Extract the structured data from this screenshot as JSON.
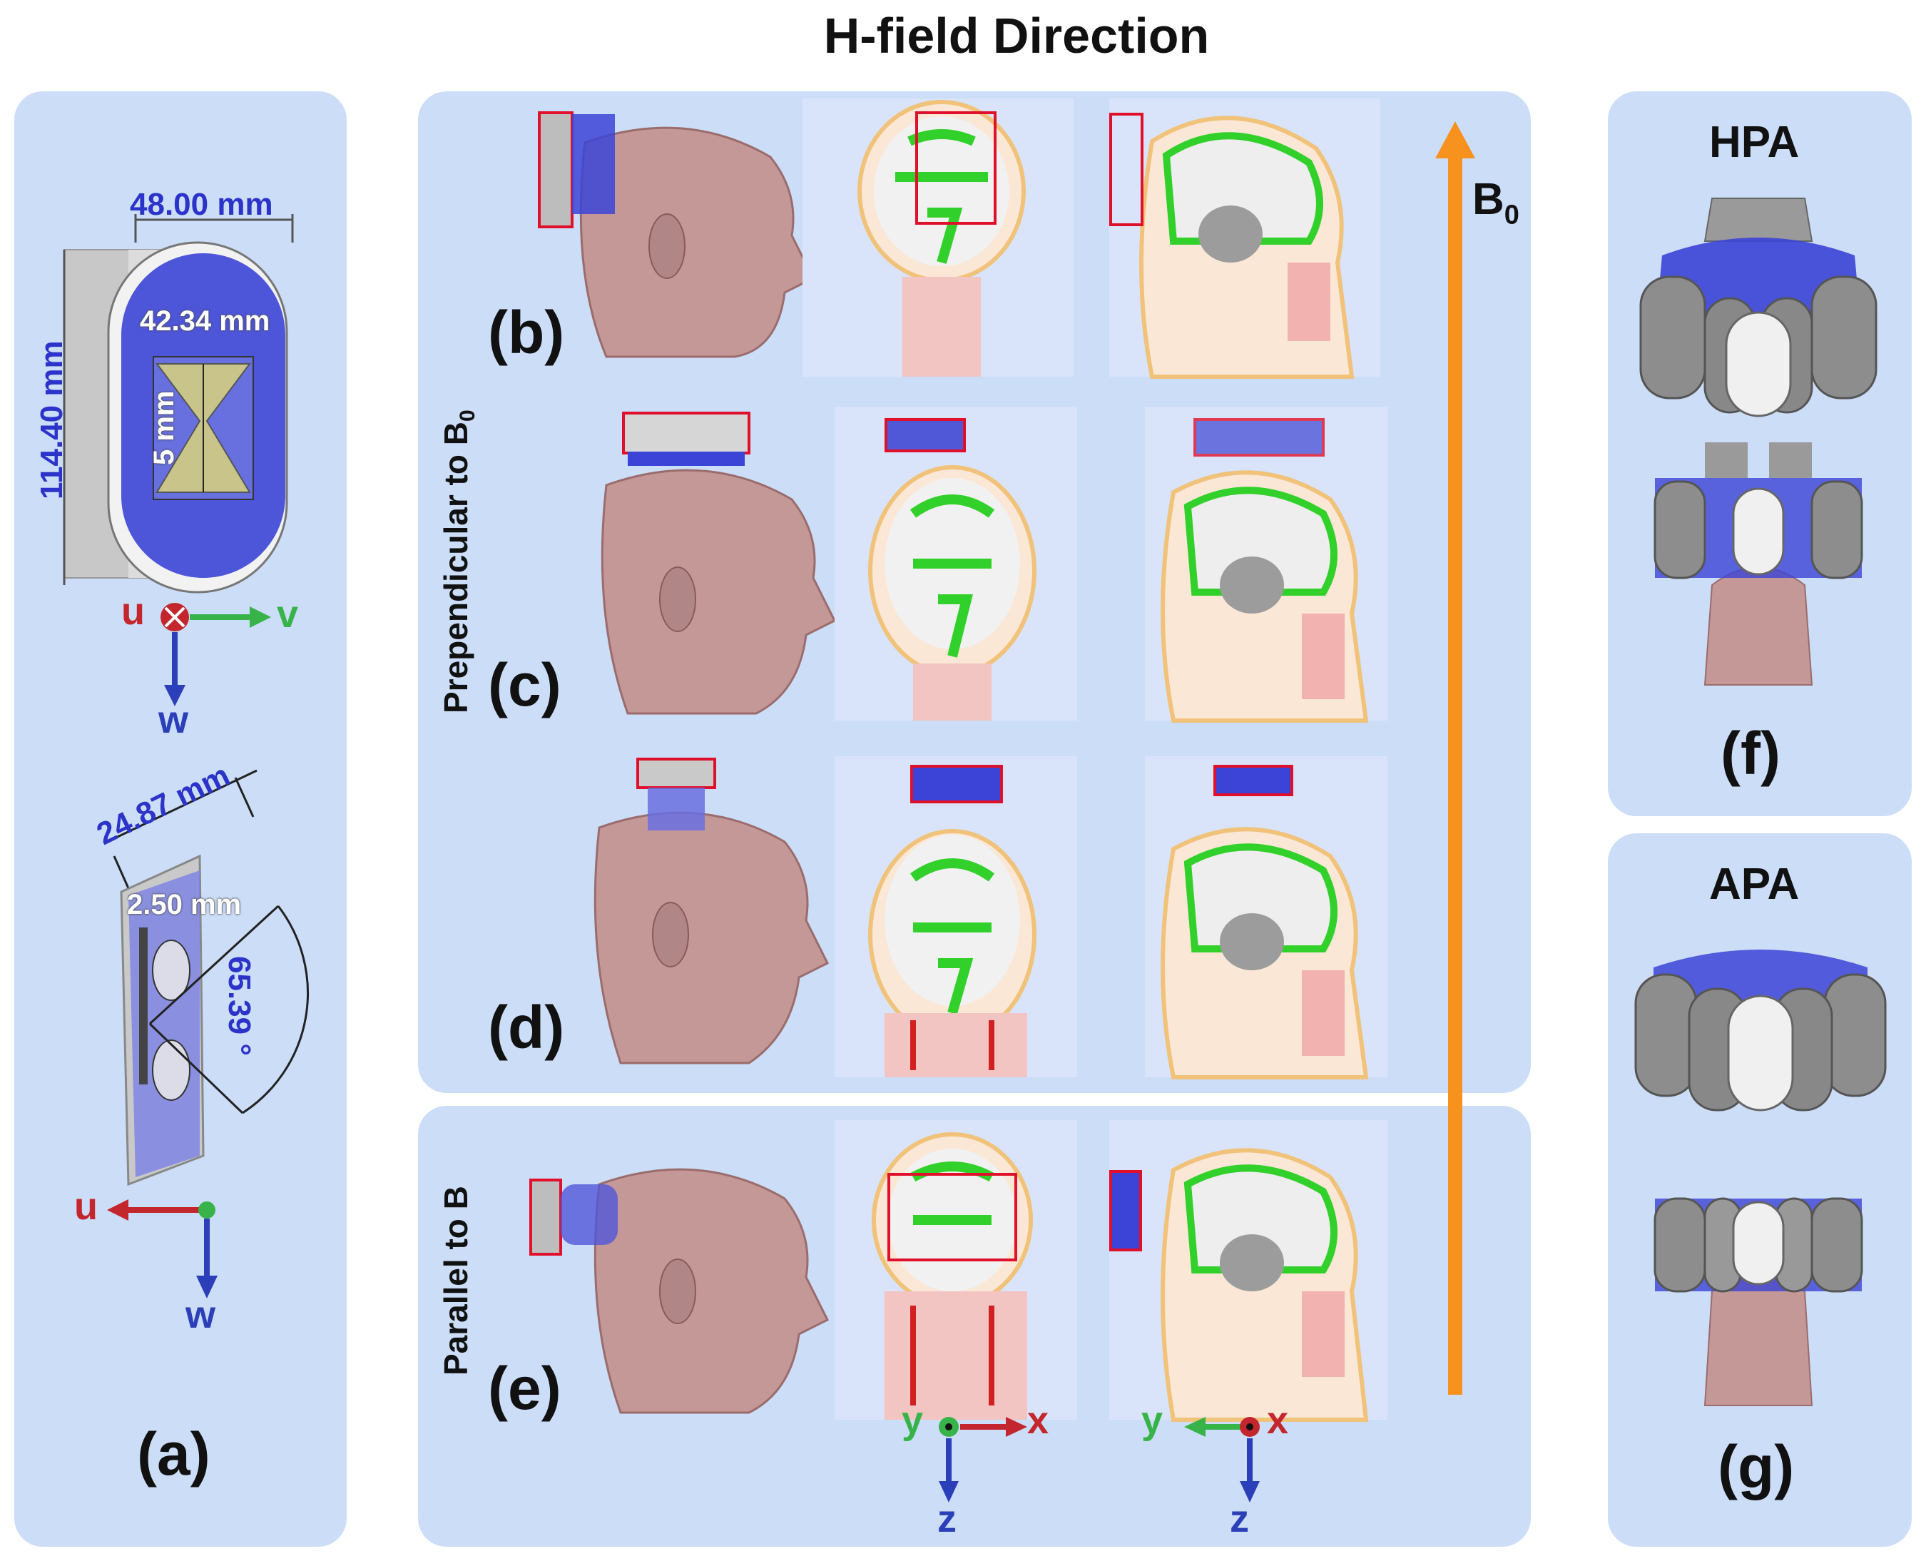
{
  "title": "H-field Direction",
  "colors": {
    "panel": "#ccddf8",
    "dimension": "#2b33c9",
    "b0_arrow": "#f7921e",
    "highlight_box": "#e0102a",
    "u_axis": "#c4262e",
    "v_axis": "#37b34a",
    "w_axis": "#2b3fb8"
  },
  "panel_a": {
    "label": "(a)",
    "dims": {
      "width": "48.00 mm",
      "height": "114.40 mm",
      "inner_width": "42.34 mm",
      "gap": "5 mm",
      "depth": "24.87 mm",
      "thickness": "2.50 mm",
      "angle": "65.39 °"
    },
    "axes_top": {
      "u": "u",
      "v": "v",
      "w": "w"
    },
    "axes_bottom": {
      "u": "u",
      "w": "w"
    }
  },
  "center": {
    "rows": [
      {
        "label": "(b)"
      },
      {
        "label": "(c)"
      },
      {
        "label": "(d)"
      },
      {
        "label": "(e)"
      }
    ],
    "side_labels": {
      "perpendicular": "Prependicular to B",
      "perpendicular_sub": "0",
      "parallel": "Parallel to B"
    },
    "b0": {
      "label": "B",
      "sub": "0"
    },
    "axes_coronal": {
      "y": "y",
      "x": "x",
      "z": "z"
    },
    "axes_sagittal": {
      "y": "y",
      "x": "x",
      "z": "z"
    }
  },
  "panel_f": {
    "title": "HPA",
    "label": "(f)"
  },
  "panel_g": {
    "title": "APA",
    "label": "(g)"
  }
}
